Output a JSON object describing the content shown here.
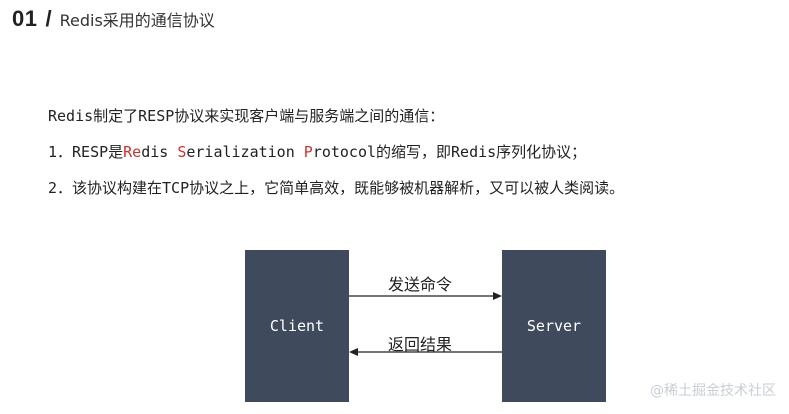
{
  "header": {
    "section_number": "01",
    "separator": "/",
    "title": "Redis采用的通信协议"
  },
  "intro": "Redis制定了RESP协议来实现客户端与服务端之间的通信：",
  "items": [
    {
      "prefix": "1．RESP是",
      "r1": "Re",
      "p1": "dis ",
      "r2": "S",
      "p2": "erialization ",
      "r3": "P",
      "p3": "rotocol的缩写，即Redis序列化协议；"
    },
    {
      "text": "2．该协议构建在TCP协议之上，它简单高效，既能够被机器解析，又可以被人类阅读。"
    }
  ],
  "diagram": {
    "client": "Client",
    "server": "Server",
    "send_label": "发送命令",
    "return_label": "返回结果"
  },
  "colors": {
    "box": "#3f4b5d",
    "highlight": "#d0312d"
  },
  "watermark": "@稀土掘金技术社区"
}
